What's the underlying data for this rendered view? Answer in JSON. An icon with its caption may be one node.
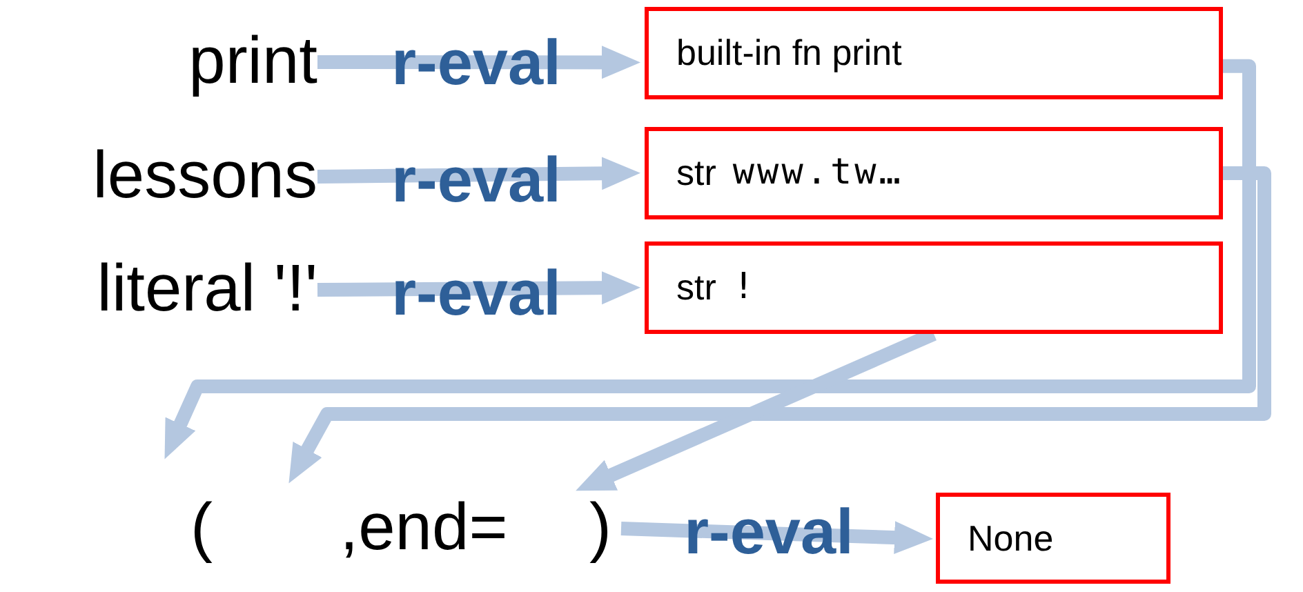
{
  "diagram": {
    "nodes": [
      {
        "text": [
          "print"
        ]
      },
      {
        "text": [
          "lessons"
        ]
      },
      {
        "text": [
          "literal '!'"
        ]
      },
      {
        "text": [
          "built-in fn print"
        ]
      },
      {
        "text": [
          "str",
          "www.tw…"
        ]
      },
      {
        "text": [
          "str",
          "!"
        ]
      },
      {
        "text": [
          "("
        ]
      },
      {
        "text": [
          ",end="
        ]
      },
      {
        "text": [
          ")"
        ]
      },
      {
        "text": [
          "None"
        ]
      }
    ],
    "edges": [
      {
        "from": 0,
        "to": 3,
        "arrow": "to",
        "label": "r-eval"
      },
      {
        "from": 1,
        "to": 4,
        "arrow": "to",
        "label": "r-eval"
      },
      {
        "from": 2,
        "to": 5,
        "arrow": "to",
        "label": "r-eval"
      },
      {
        "from": 3,
        "to": 6,
        "arrow": "to"
      },
      {
        "from": 4,
        "to": 7,
        "arrow": "to"
      },
      {
        "from": 5,
        "to": 8,
        "arrow": "to"
      },
      {
        "from": 8,
        "to": 9,
        "arrow": "to",
        "label": "r-eval"
      }
    ]
  }
}
